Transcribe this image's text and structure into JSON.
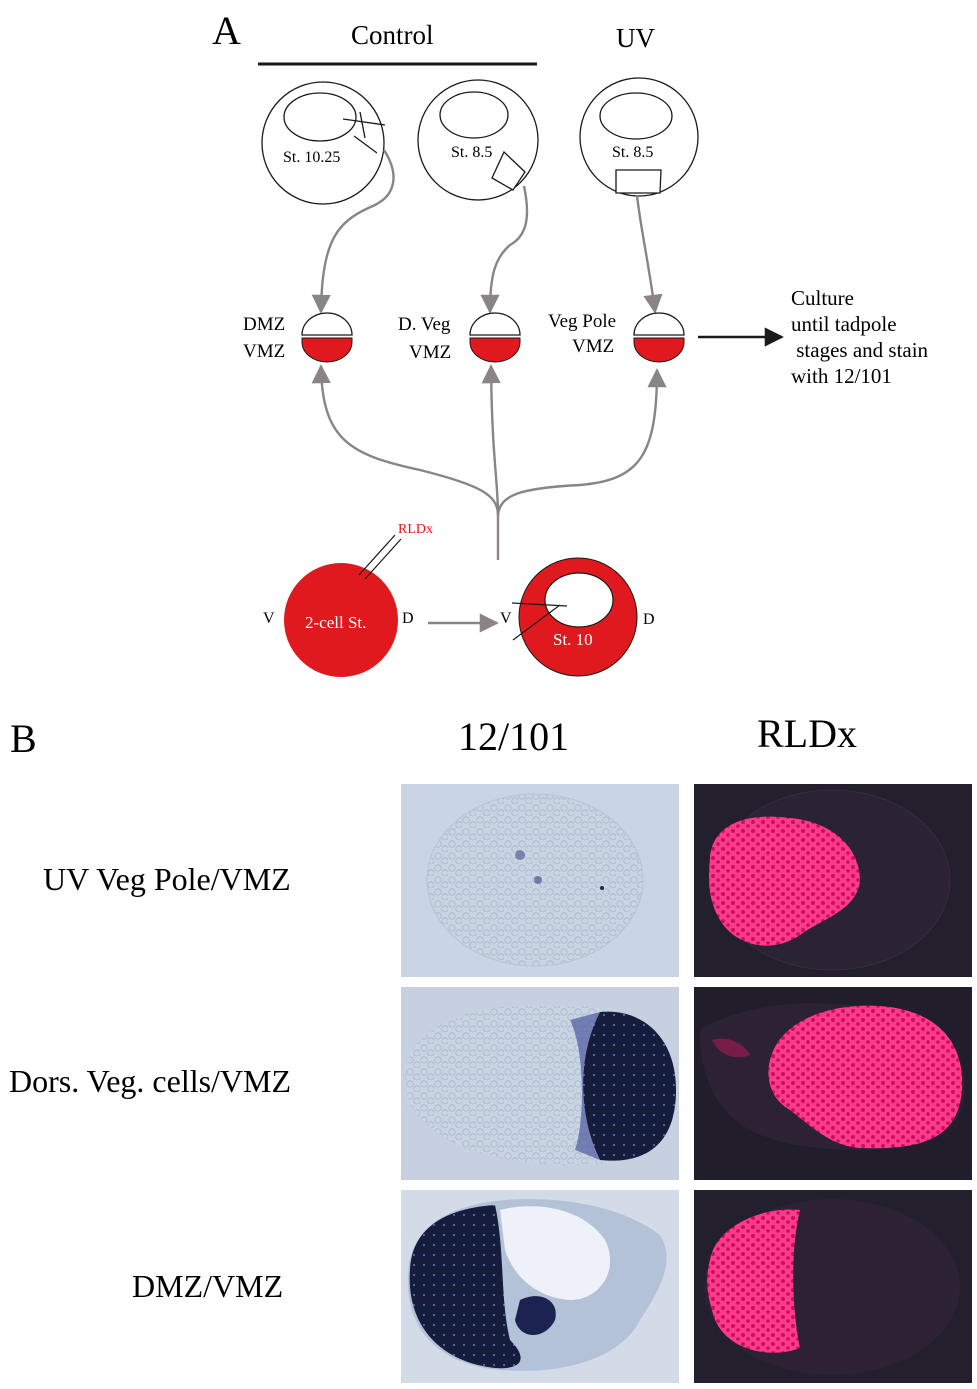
{
  "panel_a": {
    "letter": "A",
    "control_label": "Control",
    "uv_label": "UV",
    "embryos_top": [
      {
        "stage": "St. 10.25"
      },
      {
        "stage": "St. 8.5"
      },
      {
        "stage": "St. 8.5"
      }
    ],
    "conjugates": [
      {
        "top_label": "DMZ",
        "bottom_label": "VMZ"
      },
      {
        "top_label": "D. Veg",
        "bottom_label": "VMZ"
      },
      {
        "top_label": "Veg Pole",
        "bottom_label": "VMZ"
      }
    ],
    "culture_text": [
      "Culture",
      "until tadpole",
      " stages and stain",
      "with 12/101"
    ],
    "tracer_label": "RLDx",
    "two_cell": {
      "label": "2-cell St.",
      "left": "V",
      "right": "D"
    },
    "st10": {
      "label": "St. 10",
      "left": "V",
      "right": "D"
    },
    "colors": {
      "red": "#e0191e",
      "arrow_gray": "#8a8484",
      "black": "#1a1a1a"
    }
  },
  "panel_b": {
    "letter": "B",
    "col_headers": [
      "12/101",
      "RLDx"
    ],
    "rows": [
      {
        "label": "UV Veg Pole/VMZ"
      },
      {
        "label": "Dors. Veg. cells/VMZ"
      },
      {
        "label": "DMZ/VMZ"
      }
    ],
    "colors": {
      "stain_bg": "#c6d2e2",
      "stain_dark": "#141a3a",
      "fluor_bg": "#211d2c",
      "magenta": "#ff2d84"
    }
  }
}
